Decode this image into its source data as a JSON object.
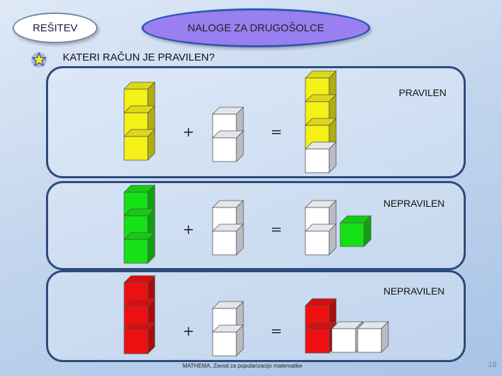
{
  "header": {
    "solution_label": "REŠITEV",
    "tasks_label": "NALOGE ZA DRUGOŠOLCE"
  },
  "question": "KATERI RAČUN JE PRAVILEN?",
  "rows": [
    {
      "verdict": "PRAVILEN",
      "plus": "+",
      "equals": "=",
      "color": "#f5f018"
    },
    {
      "verdict": "NEPRAVILEN",
      "plus": "+",
      "equals": "=",
      "color": "#16e016"
    },
    {
      "verdict": "NEPRAVILEN",
      "plus": "+",
      "equals": "=",
      "color": "#ee1010"
    }
  ],
  "footer": {
    "credit": "MATHEMA, Zavod za popularizacijo matematike",
    "page_number": "19"
  },
  "icons": [
    "star-icon"
  ],
  "colors": {
    "accent": "#9a7ff0",
    "panel_border": "#2d4a78",
    "white_cube": "#ffffff"
  }
}
